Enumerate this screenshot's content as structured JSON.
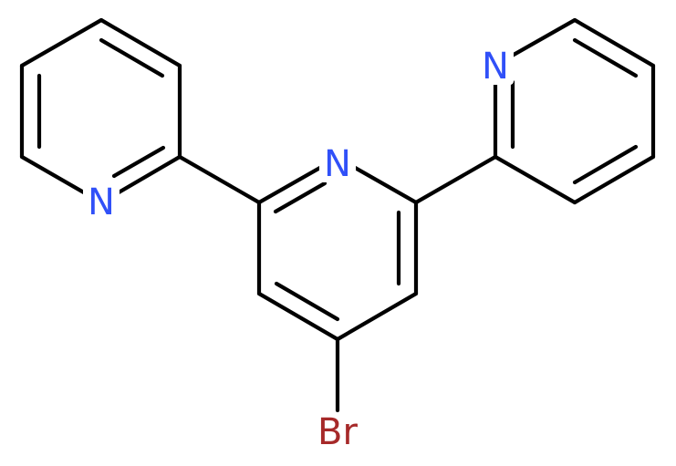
{
  "molecule": {
    "atoms": {
      "n_central": {
        "label": "N",
        "color": "#3050F8"
      },
      "n_left": {
        "label": "N",
        "color": "#3050F8"
      },
      "n_right": {
        "label": "N",
        "color": "#3050F8"
      },
      "br": {
        "label": "Br",
        "color": "#A62929"
      }
    }
  }
}
